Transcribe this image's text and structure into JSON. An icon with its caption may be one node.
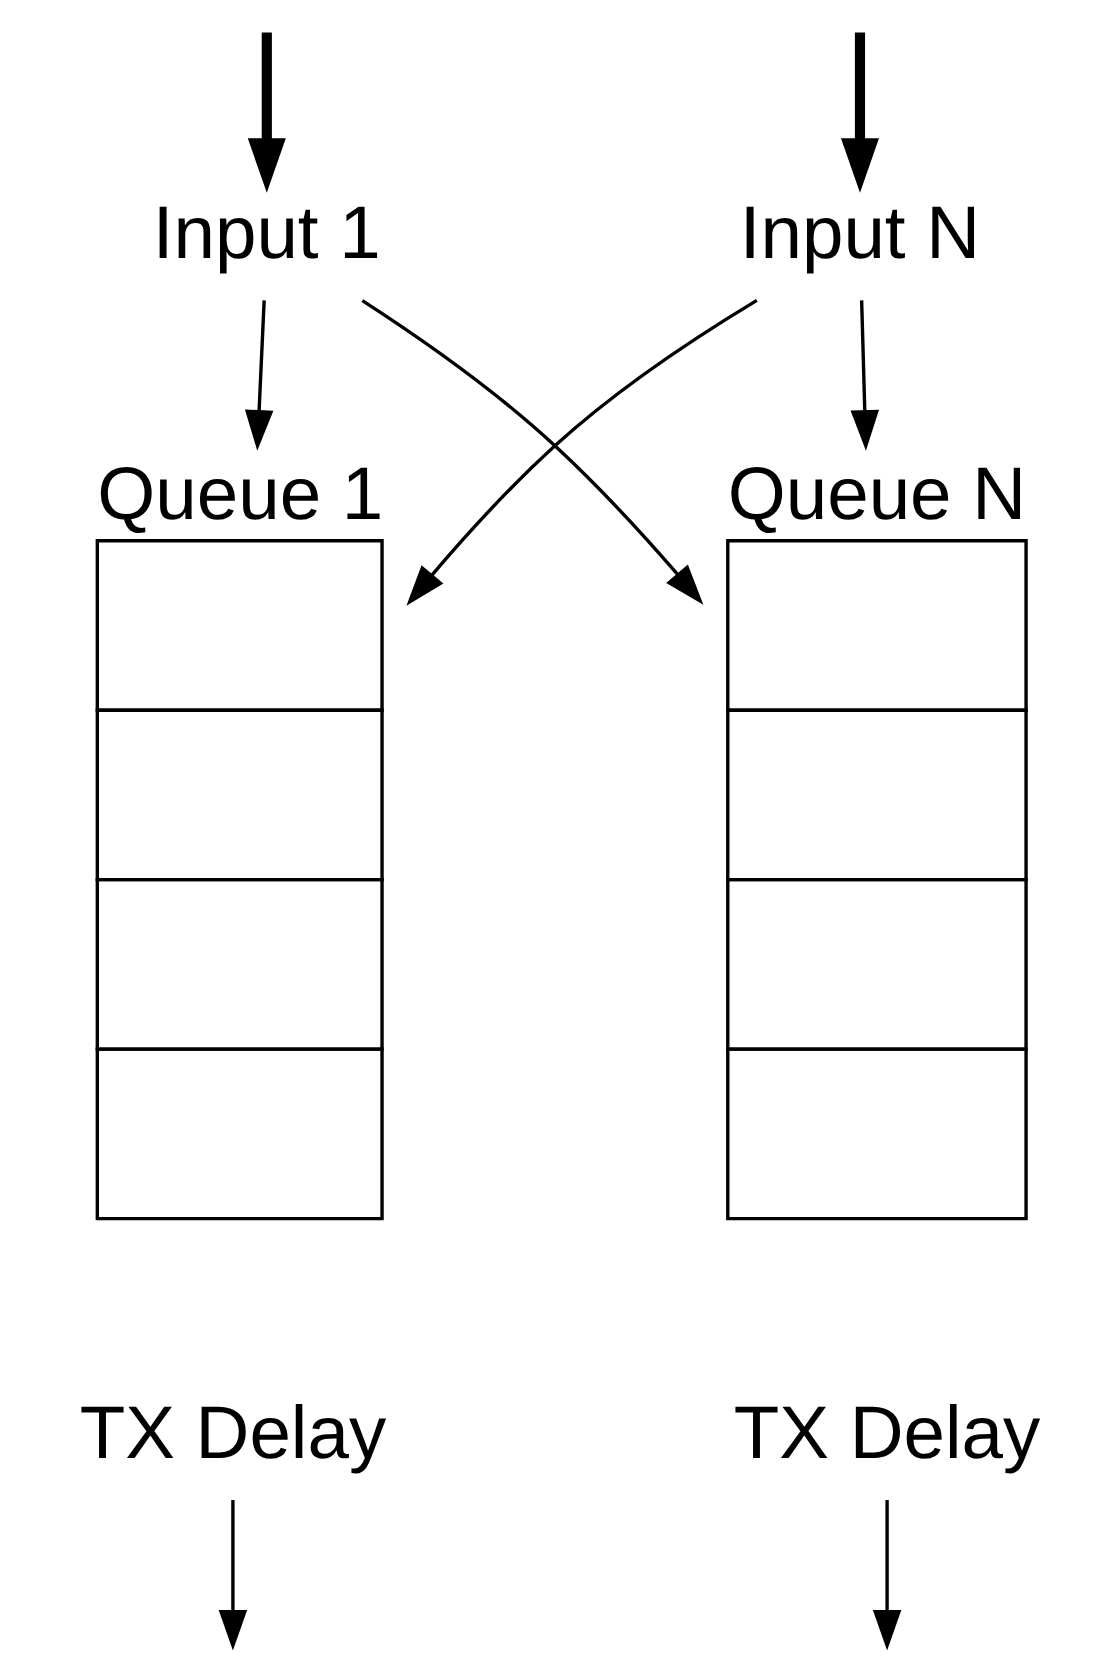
{
  "diagram": {
    "nodes": [
      {
        "text": [
          "Input 1"
        ]
      },
      {
        "text": [
          "Input N"
        ]
      },
      {
        "text": [
          "Queue 1"
        ]
      },
      {
        "text": [
          "Queue N"
        ]
      },
      {
        "text": [
          "TX Delay"
        ]
      },
      {
        "text": [
          "TX Delay"
        ]
      }
    ],
    "edges": [
      {
        "from": null,
        "to": 0,
        "arrow": "to",
        "style": "thick"
      },
      {
        "from": null,
        "to": 1,
        "arrow": "to",
        "style": "thick"
      },
      {
        "from": 0,
        "to": 2,
        "arrow": "to"
      },
      {
        "from": 0,
        "to": 3,
        "arrow": "to"
      },
      {
        "from": 1,
        "to": 2,
        "arrow": "to"
      },
      {
        "from": 1,
        "to": 3,
        "arrow": "to"
      },
      {
        "from": 4,
        "to": null,
        "arrow": "to"
      },
      {
        "from": 5,
        "to": null,
        "arrow": "to"
      }
    ]
  }
}
